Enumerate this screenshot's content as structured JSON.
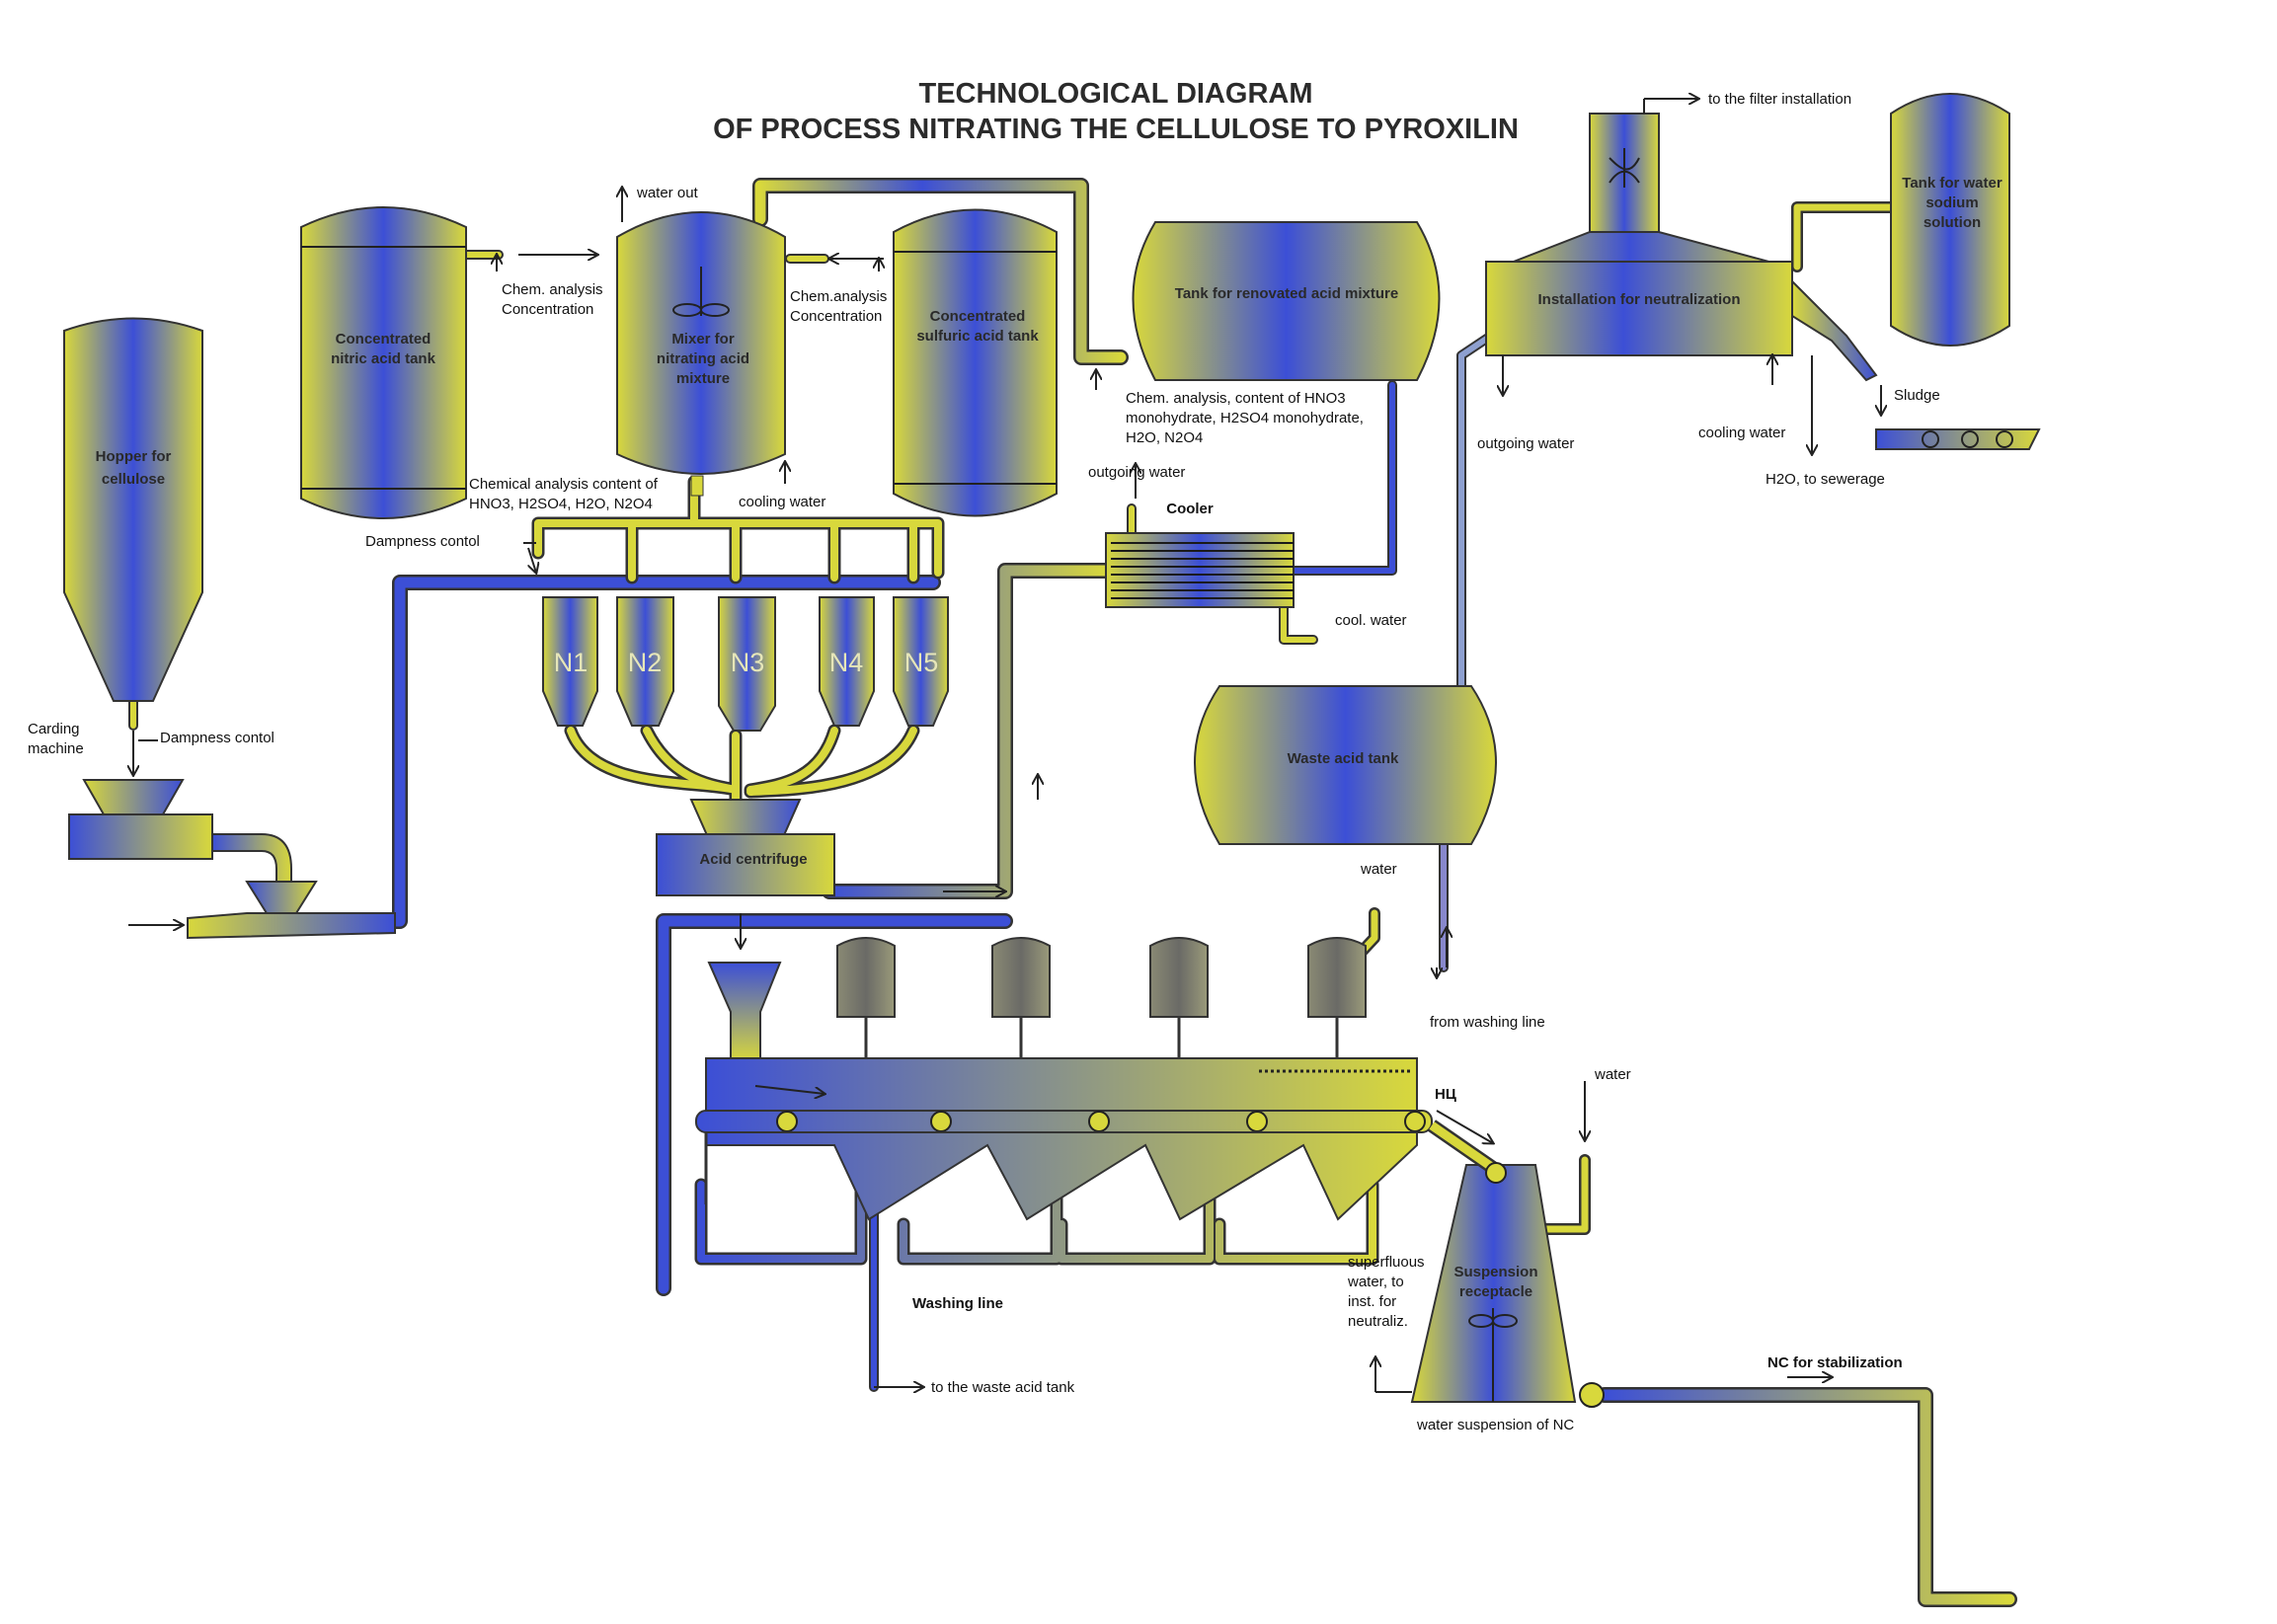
{
  "colors": {
    "blue": "#3c4fd6",
    "yellow": "#d8d83c",
    "pipe_outline": "#333333",
    "background": "#ffffff"
  },
  "title": {
    "line1": "TECHNOLOGICAL DIAGRAM",
    "line2": "OF PROCESS NITRATING THE CELLULOSE TO PYROXILIN"
  },
  "equipment": {
    "hopper": {
      "line1": "Hopper for",
      "line2": "cellulose"
    },
    "nitric_tank": {
      "line1": "Concentrated",
      "line2": "nitric acid tank"
    },
    "mixer": {
      "line1": "Mixer  for",
      "line2": "nitrating acid",
      "line3": "mixture"
    },
    "sulfuric_tank": {
      "line1": "Concentrated",
      "line2": "sulfuric acid tank"
    },
    "renovated_tank": "Tank for renovated acid mixture",
    "neutralization": "Installation for neutralization",
    "water_tank": {
      "line1": "Tank for water",
      "line2": "sodium",
      "line3": "solution"
    },
    "cooler": "Cooler",
    "waste_tank": "Waste acid tank",
    "centrifuge": "Acid centrifuge",
    "suspension": {
      "line1": "Suspension",
      "line2": "receptacle"
    },
    "nitrators": [
      "N1",
      "N2",
      "N3",
      "N4",
      "N5"
    ]
  },
  "labels": {
    "water_out": "water out",
    "filter": "to the filter installation",
    "chem_left_1": "Chem. analysis",
    "chem_left_2": "Concentration",
    "chem_right_1": "Chem.analysis",
    "chem_right_2": "Concentration",
    "chem_renov_1": "Chem. analysis, content of HNO3",
    "chem_renov_2": "monohydrate,  H2SO4 monohydrate,",
    "chem_renov_3": "H2O, N2O4",
    "chem_mixer_1": "Chemical analysis content of",
    "chem_mixer_2": "HNO3, H2SO4, H2O, N2O4",
    "cooling_water_mixer": "cooling water",
    "dampness_top": "Dampness contol",
    "dampness_bottom": "Dampness contol",
    "carding_1": "Carding",
    "carding_2": "machine",
    "outgoing_water_cooler": "outgoing water",
    "cool_water": "cool. water",
    "outgoing_water_neut": "outgoing water",
    "cooling_water_neut": "cooling water",
    "sewerage": "H2O, to sewerage",
    "sludge": "Sludge",
    "water_washing": "water",
    "from_washing": "from washing line",
    "nc_mark": "НЦ",
    "water_susp": "water",
    "superfluous_1": "superfluous",
    "superfluous_2": "water, to",
    "superfluous_3": "inst. for",
    "superfluous_4": "neutraliz.",
    "washing_line": "Washing line",
    "to_waste": "to the waste acid tank",
    "water_suspension": "water suspension of NC",
    "nc_stabilization": "NC for stabilization"
  }
}
